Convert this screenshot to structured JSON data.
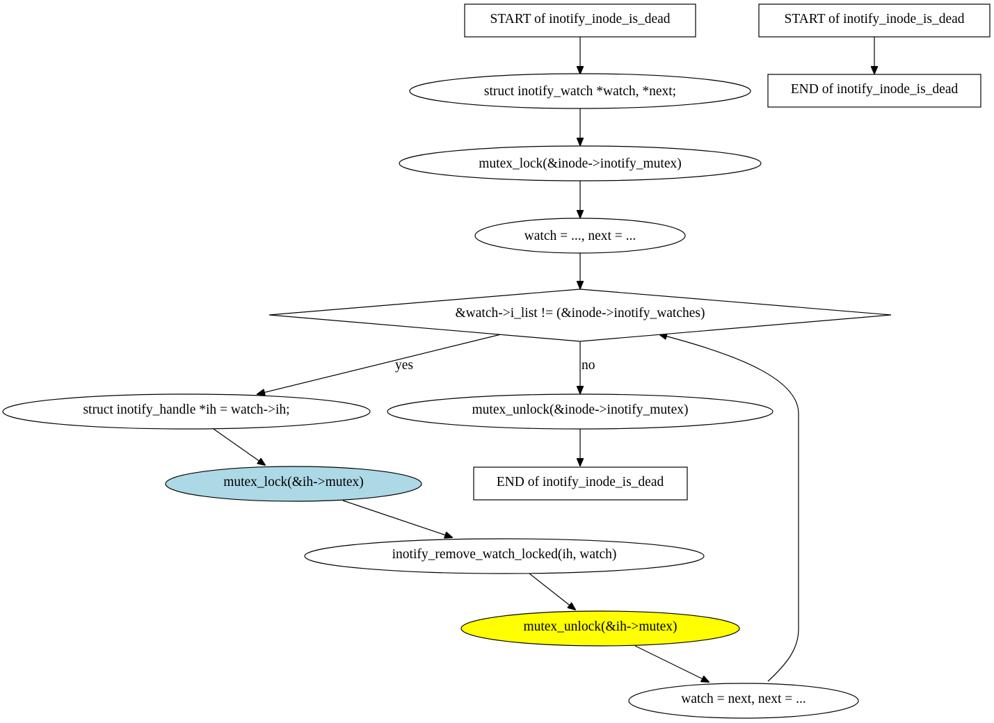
{
  "nodes": {
    "start_main": {
      "text": "START of inotify_inode_is_dead"
    },
    "start_alt": {
      "text": "START of inotify_inode_is_dead"
    },
    "end_alt": {
      "text": "END of inotify_inode_is_dead"
    },
    "decl_watch": {
      "text": "struct inotify_watch *watch, *next;"
    },
    "lock_inode": {
      "text": "mutex_lock(&inode->inotify_mutex)"
    },
    "init_watch": {
      "text": "watch = ..., next = ..."
    },
    "loop_cond": {
      "text": "&watch->i_list != (&inode->inotify_watches)"
    },
    "decl_ih": {
      "text": "struct inotify_handle *ih = watch->ih;"
    },
    "unlock_inode": {
      "text": "mutex_unlock(&inode->inotify_mutex)"
    },
    "lock_ih": {
      "text": "mutex_lock(&ih->mutex)",
      "fill": "#add8e6"
    },
    "end_main": {
      "text": "END of inotify_inode_is_dead"
    },
    "remove_watch": {
      "text": "inotify_remove_watch_locked(ih, watch)"
    },
    "unlock_ih": {
      "text": "mutex_unlock(&ih->mutex)",
      "fill": "#ffff00"
    },
    "advance": {
      "text": "watch = next, next = ..."
    }
  },
  "edges": {
    "yes_label": "yes",
    "no_label": "no"
  }
}
